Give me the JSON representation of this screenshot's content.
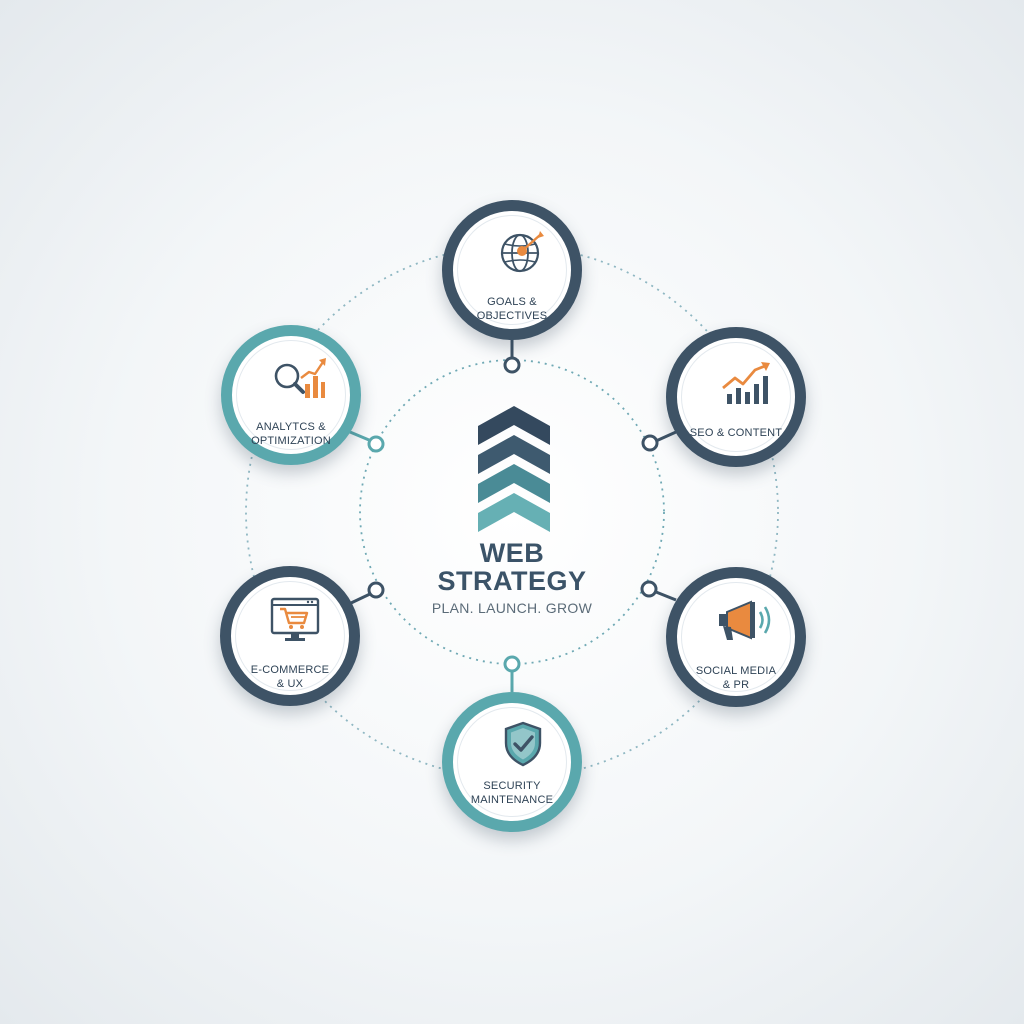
{
  "center": {
    "title_line1": "WEB",
    "title_line2": "STRATEGY",
    "tagline": "PLAN. LAUNCH. GROW"
  },
  "colors": {
    "navy": "#3e5366",
    "teal": "#5aa8ad",
    "orange": "#e98a3f",
    "text": "#2f4356"
  },
  "nodes": [
    {
      "label_line1": "GOALS &",
      "label_line2": "OBJECTIVES",
      "icon": "globe-target-icon",
      "ring": "navy"
    },
    {
      "label_line1": "SEO & CONTENT",
      "label_line2": "",
      "icon": "growth-chart-icon",
      "ring": "navy"
    },
    {
      "label_line1": "SOCIAL MEDIA",
      "label_line2": "& PR",
      "icon": "megaphone-icon",
      "ring": "navy"
    },
    {
      "label_line1": "SECURITY",
      "label_line2": "MAINTENANCE",
      "icon": "shield-check-icon",
      "ring": "teal"
    },
    {
      "label_line1": "E-COMMERCE",
      "label_line2": "& UX",
      "icon": "shopping-cart-icon",
      "ring": "navy"
    },
    {
      "label_line1": "ANALYTCS &",
      "label_line2": "OPTIMIZATION",
      "icon": "magnifier-chart-icon",
      "ring": "teal"
    }
  ]
}
